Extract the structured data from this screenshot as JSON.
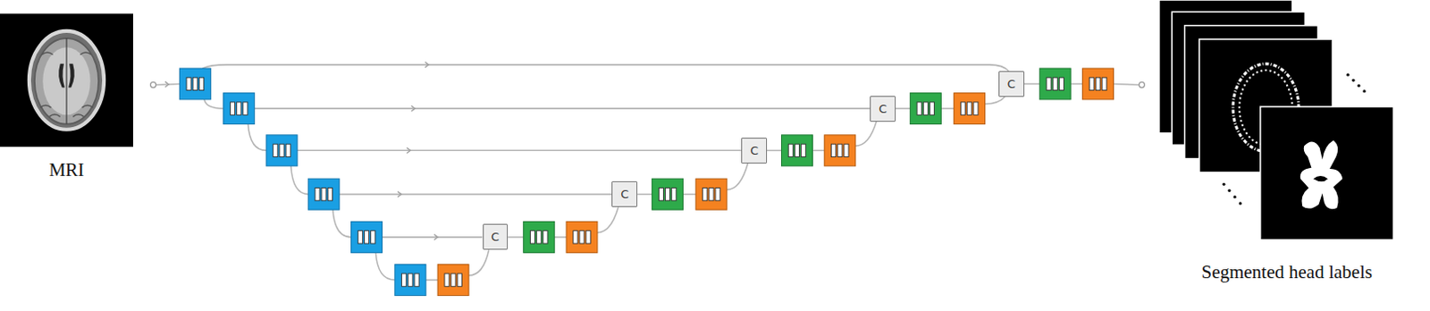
{
  "diagram": {
    "nodes": [
      {
        "text": [
          "MRI"
        ]
      },
      {
        "text": [
          "C"
        ]
      },
      {
        "text": [
          "C"
        ]
      },
      {
        "text": [
          "C"
        ]
      },
      {
        "text": [
          "C"
        ]
      },
      {
        "text": [
          "C"
        ]
      },
      {
        "text": [
          "Segmented head labels"
        ]
      }
    ]
  }
}
